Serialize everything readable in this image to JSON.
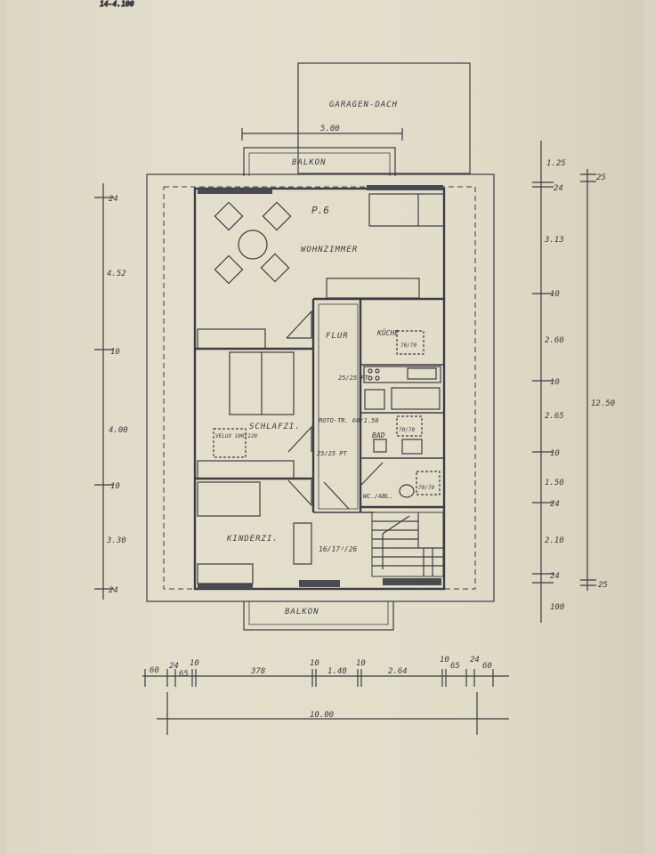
{
  "header_scribble": "14-4.100",
  "plan_no": "P.6",
  "rooms": {
    "garage_roof": "GARAGEN-DACH",
    "balcony_top": "BALKON",
    "balcony_bottom": "BALKON",
    "living": "WOHNZIMMER",
    "hall": "FLUR",
    "kitchen": "KÜCHE",
    "bedroom": "SCHLAFZI.",
    "bath": "BAD",
    "wc": "WC./ABL.",
    "kids": "KINDERZI."
  },
  "annotations": {
    "velux_bedroom": "VELUX 100/120",
    "kitchen_window": "70/70",
    "bath_window": "70/70",
    "wc_window": "70/70",
    "shaft_upper": "25/25 PT",
    "roto": "ROTO-TR. 60/1.50",
    "shaft_lower": "25/25 PT",
    "stairs": "16/17²/26"
  },
  "dims_top": {
    "balcony_width": "5.00"
  },
  "dims_left": [
    "24",
    "4.52",
    "10",
    "4.00",
    "10",
    "3.30",
    "24"
  ],
  "dims_right_inner": [
    "1.25",
    "24",
    "3.13",
    "10",
    "2.60",
    "10",
    "2.65",
    "10",
    "1.50",
    "24",
    "2.10",
    "24",
    "100"
  ],
  "dims_right_outer": [
    "25",
    "12.50",
    "25"
  ],
  "dims_bottom": [
    "60",
    "24",
    "65",
    "10",
    "378",
    "10",
    "1.40",
    "10",
    "2.64",
    "10",
    "65",
    "24",
    "60"
  ],
  "dims_total": "10.00"
}
